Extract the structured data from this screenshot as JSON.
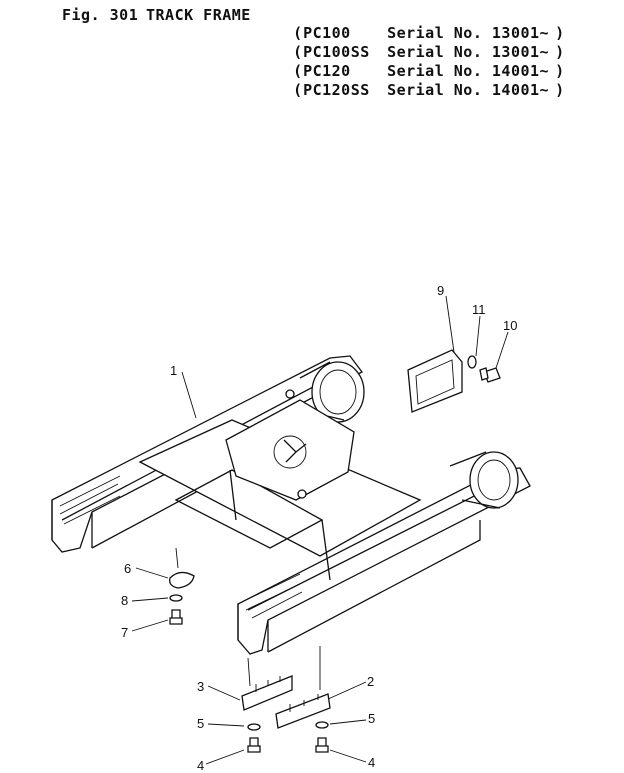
{
  "header": {
    "fig_number": "Fig. 301",
    "fig_title": "TRACK FRAME"
  },
  "models": [
    {
      "model": "PC100",
      "serial": "Serial No. 13001~"
    },
    {
      "model": "PC100SS",
      "serial": "Serial No. 13001~"
    },
    {
      "model": "PC120",
      "serial": "Serial No. 14001~"
    },
    {
      "model": "PC120SS",
      "serial": "Serial No. 14001~"
    }
  ],
  "callouts": {
    "c1": "1",
    "c2": "2",
    "c3": "3",
    "c4a": "4",
    "c4b": "4",
    "c5a": "5",
    "c5b": "5",
    "c6": "6",
    "c7": "7",
    "c8": "8",
    "c9": "9",
    "c10": "10",
    "c11": "11"
  }
}
